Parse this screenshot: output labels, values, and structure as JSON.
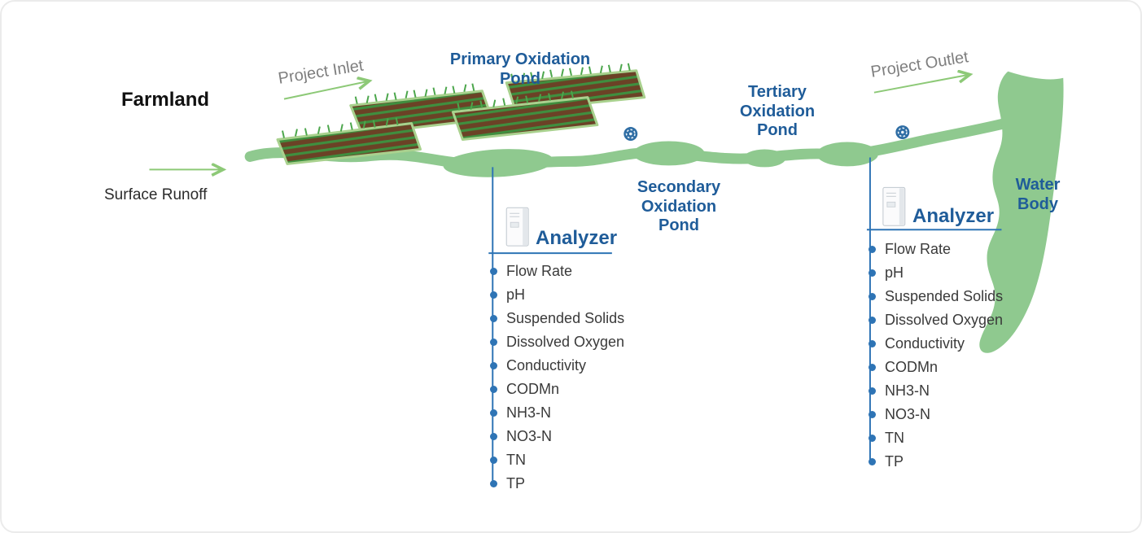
{
  "diagram": {
    "labels": {
      "farmland": "Farmland",
      "surface_runoff": "Surface Runoff",
      "project_inlet": "Project Inlet",
      "project_outlet": "Project Outlet",
      "primary_pond": "Primary Oxidation Pond",
      "secondary_pond": "Secondary Oxidation Pond",
      "tertiary_pond": "Tertiary Oxidation Pond",
      "water_body": "Water Body"
    },
    "analyzers": [
      {
        "label": "Analyzer",
        "parameters": [
          "Flow Rate",
          "pH",
          "Suspended Solids",
          "Dissolved Oxygen",
          "Conductivity",
          "CODMn",
          "NH3-N",
          "NO3-N",
          "TN",
          "TP"
        ]
      },
      {
        "label": "Analyzer",
        "parameters": [
          "Flow Rate",
          "pH",
          "Suspended Solids",
          "Dissolved Oxygen",
          "Conductivity",
          "CODMn",
          "NH3-N",
          "NO3-N",
          "TN",
          "TP"
        ]
      }
    ],
    "icons": {
      "sensor": "flow-sensor-icon",
      "analyzer_unit": "analyzer-cabinet-icon",
      "flow_arrow": "green-arrow-icon"
    },
    "colors": {
      "accent_blue": "#1f5c99",
      "line_blue": "#2e74b5",
      "river_green": "#8fc98f",
      "arrow_green": "#8dc977",
      "soil_brown": "#6b4226",
      "crop_green": "#3f8f3f",
      "muted_gray": "#7f7f7f"
    }
  }
}
